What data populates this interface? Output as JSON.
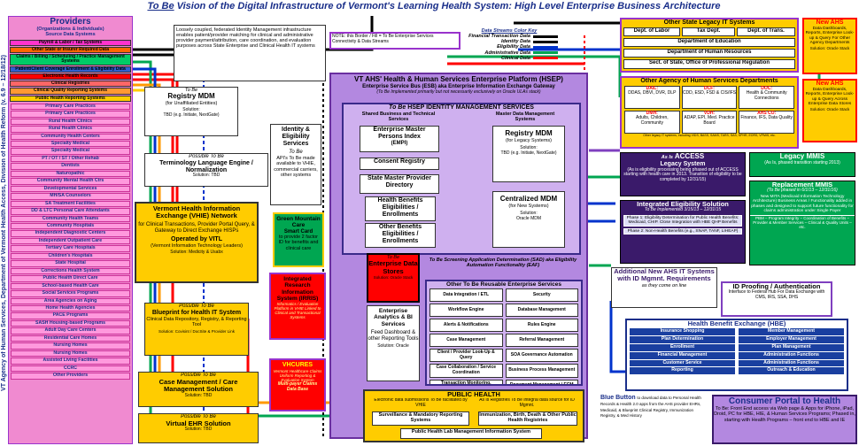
{
  "title_prefix": "To Be",
  "title": "Vision of the Digital Infrastructure of Vermont's Learning Health System: High Level Enterprise Business Architecture",
  "sidebar": {
    "label": "VT Agency of Human Services, Department of Vermont Health Access, Division of Health Reform",
    "version": "(v. 6.9 – 12/18/12)"
  },
  "providers": {
    "title": "Providers",
    "subtitle": "(Organizations & Individuals)\nSource Data Systems",
    "top_items": [
      {
        "label": "Payroll & Labor / Tax Systems",
        "bg": "#ff33cc"
      },
      {
        "label": "Other State or Insurer Required Data",
        "bg": "#ff6600"
      },
      {
        "label": "Claims / Billing / Scheduling / Practice Management Systems",
        "bg": "#00cc66"
      },
      {
        "label": "Patient/Client Coverage Enrollment & Eligibility Data",
        "bg": "#2f5fd0"
      },
      {
        "label": "Electronic Health Records",
        "bg": "#ff0000"
      },
      {
        "label": "Clinical Registries",
        "bg": "#ff6666"
      },
      {
        "label": "Clinical Quality Reporting Systems",
        "bg": "#ff9933"
      },
      {
        "label": "Public Health Reporting Systems",
        "bg": "#ffcc00"
      }
    ],
    "list": [
      "Primary Care Practices",
      "Primary Care Practices",
      "Rural Health Clinics",
      "Rural Health Clinics",
      "Community Health Centers",
      "Specialty Medical",
      "Specialty Medical",
      "PT / OT / ST / Other Rehab",
      "Dentists",
      "Naturopathic",
      "Community Mental Health Ctrs",
      "Developmental Services",
      "MH/SA Counselors",
      "SA Treatment Facilities",
      "DD & LTC Personal Care Attendants",
      "Community Health Teams",
      "Community Hospitals",
      "Independent Diagnostic Centers",
      "Independent Outpatient Care",
      "Tertiary Care Hospitals",
      "Children's Hospitals",
      "State Hospital",
      "Corrections Health System",
      "Public Health Direct Care",
      "School-based Health Care",
      "Social Services Programs",
      "Area Agencies on Aging",
      "Home Health Agencies",
      "PACE Programs",
      "SASH Housing-based Programs",
      "Adult Day Care Centers",
      "Residential Care Homes",
      "Nursing Homes",
      "Nursing Homes",
      "Assisted Living Facilities",
      "CCRC",
      "Other Providers"
    ]
  },
  "loosely": "Loosely coupled, federated Identity Management infrastructure enables patient/provider matching for clinical and administrative provider payment/attribution, care coordination, and evaluation purposes across State Enterprise and Clinical Health IT systems",
  "note": "NOTE: this Border / Fill = To Be Enterprise Services Connectivity & Data Streams",
  "legend": {
    "header": "Data Streams Color Key",
    "items": [
      {
        "label": "Financial Transaction Data",
        "color": "#000000"
      },
      {
        "label": "Identity Data",
        "color": "#000000"
      },
      {
        "label": "Eligibility Data",
        "color": "#0033cc"
      },
      {
        "label": "Administrative Data",
        "color": "#00a651"
      },
      {
        "label": "Clinical Data",
        "color": "#ff0000"
      }
    ]
  },
  "registry_left": {
    "tobe": "To Be",
    "title": "Registry MDM",
    "sub": "(for Unaffiliated Entities)",
    "solution": "Solution:\nTBD (e.g. Initiate, NextGate)"
  },
  "terminology": {
    "tobe": "Possible To Be",
    "title": "Terminology Language Engine / Normalization",
    "solution": "Solution: TBD"
  },
  "vhie": {
    "title": "Vermont Health Information Exchange (VHIE) Network",
    "desc": "for Clinical Transactions, Provider Portal Query, & Gateway to Direct Exchange HISPs",
    "op": "Operated by VITL",
    "op2": "(Vermont Information Technology Leaders)",
    "solution": "Solution: Medicity & Usabx"
  },
  "blueprint": {
    "tobe": "Possible To Be",
    "title": "Blueprint for Health IT System",
    "desc": "Clinical Data Repository, Registry, & Reporting Tool",
    "solution": "Solution: Covisint / DocSite & Provider Link"
  },
  "casemgmt": {
    "tobe": "Possible To Be",
    "title": "Case Management / Care Management Solution",
    "solution": "Solution: TBD"
  },
  "vehr": {
    "tobe": "Possible To Be",
    "title": "Virtual EHR Solution",
    "solution": "Solution: TBD"
  },
  "identity": {
    "title": "Identity & Eligibility Services",
    "tobe": "To Be",
    "desc": "API's To Be made available to VHIE, commercial carriers, other systems"
  },
  "gmc": {
    "title": "Green Mountain Care",
    "sub": "Smart Card",
    "desc": "to provide 2 factor ID for benefits and clinical care"
  },
  "irris": {
    "title": "Integrated Research Information System (IRRIS)",
    "desc": "Informatics / Evaluation Platform in VHIE Linked to Clinical and Transactional Systems"
  },
  "vhcures": {
    "title": "VHCURES",
    "desc": "Vermont Healthcare Claims Uniform Reporting & Evaluation System",
    "sub": "Multi-payer Claims Data Base"
  },
  "hsep": {
    "title": "VT AHS' Health & Human Services Enterprise Platform (HSEP)",
    "esb": "Enterprise Service Bus (ESB) aka Enterprise Information Exchange Gateway",
    "implemented": "(To Be Implemented primarily but not necessarily exclusively on Oracle ULAs stack)",
    "idm_tobe": "To Be",
    "idm": "HSEP IDENTITY MANAGEMENT SERVICES",
    "shared": "Shared Business and Technical Services",
    "master": "Master Data Management Systems",
    "empi": {
      "title": "Enterprise Master Persons Index",
      "sub": "(EMPI)"
    },
    "consent": "Consent Registry",
    "smpd": "State Master Provider Directory",
    "hbee": "Health Benefits Eligibilities / Enrollments",
    "obee": "Other Benefits Eligibilities / Enrollments",
    "regmdm": {
      "title": "Registry MDM",
      "sub": "(for Legacy Systems)",
      "solution": "Solution:\nTBD (e.g. Initiate, NextGate)"
    },
    "centmdm": {
      "title": "Centralized MDM",
      "sub": "(for New Systems)",
      "solution": "Solution:\nOracle MDM"
    },
    "sad": "To Be Screening Application Determination (SAD) aka Eligibility Automation Functionality (EAF)",
    "eds": {
      "tobe": "To Be",
      "title": "Enterprise Data Stores",
      "sub": "Solution: Oracle Stack"
    },
    "eabi": {
      "title": "Enterprise Analytics & BI Services",
      "desc": "Feed Dashboard & other Reporting Tools",
      "solution": "Solution: Oracle"
    },
    "reusable_title": "Other To Be Reusable Enterprise Services",
    "reusable": [
      "Data Integration / ETL",
      "Security",
      "Workflow Engine",
      "Database Management",
      "Alerts & Notifications",
      "Rules Engine",
      "Case Management",
      "Referral Management",
      "Client / Provider Look-Up & Query",
      "SOA Governance Automation",
      "Case Collaboration / Service Coordination",
      "Business Process Management",
      "Transaction Monitoring, Logging, & Audit",
      "Document Management / ECM"
    ]
  },
  "publichealth": {
    "title": "PUBLIC HEALTH",
    "left_hdr": "Electronic data submissions To Be facilitated by VHIE",
    "right_hdr": "As Is Registries To Be integral data source for ID Mgmnt.",
    "surv": "Surveillance & Mandatory Reporting Systems",
    "immun": "Immunization, Birth, Death & Other Public Health Registries",
    "lab": "Public Health Lab Management Information System"
  },
  "legacy": {
    "title": "Other State Legacy IT Systems",
    "row1": [
      "Dept. of Labor",
      "Tax Dept.",
      "Dept. of Trans."
    ],
    "edu": "Department of Education",
    "hr": "Department of Human Resources",
    "sos": "Sect. of State, Office of Professional Regulation"
  },
  "ahs_departments": {
    "title": "Other Agency of Human Services Departments",
    "cells": [
      {
        "title": "DAIL:",
        "text": "DDAS, DBVI, DVR, DLP"
      },
      {
        "title": "DCF:",
        "text": "CDD, ESD, FSD & CIS/IFS"
      },
      {
        "title": "DOC:",
        "text": "Health & Community Connections"
      },
      {
        "title": "DMH:",
        "text": "Adults, Children, Community"
      },
      {
        "title": "VDH:",
        "text": "ADAP, EPI, Med. Practice Board"
      },
      {
        "title": "AHS CO:",
        "text": "Finance, IFS, Data Quality"
      }
    ],
    "footer": "Other legacy IT systems, including VIDS, BASS, SAMS, TARS, SAS, SPHR, EORS, VPMIS, etc."
  },
  "newahs1": {
    "title": "New AHS",
    "desc": "Data Dashboards, Reports, Enterprise Look-up & Query For Other Agency Departments",
    "solution": "Solution: Oracle Stack"
  },
  "newahs2": {
    "title": "New AHS",
    "desc": "Data Dashboards, Reports, Enterprise Look-up & Query Across Enterprise Data Stores",
    "solution": "Solution: Oracle Stack"
  },
  "access": {
    "tobe": "As Is",
    "title": "ACCESS",
    "sub": "Legacy System",
    "desc": "(As is eligibility processing being phased out of ACCESS starting with health care in 2013. Transition of eligibility to be completed by 12/31/15)"
  },
  "legacymmis": {
    "title": "Legacy MMIS",
    "desc": "(As Is, phased transition starting 2013)"
  },
  "replacementmmis": {
    "title": "Replacement MMIS",
    "sub": "(To Be phased in 6/1/13 – 12/31/16)",
    "desc": "New MITA (Medicaid Information Technology Architecture) Business Areas / Functionality added in phases and designed to support future functionality for claims administration under Single Payer",
    "pbm": "PBM – Program Integrity – Coordination of Benefits – Provider & Member Services – Clinical & Quality Units – etc."
  },
  "ies": {
    "title": "Integrated Eligibility Solution",
    "sub": "To Be Implemented 3/15/13 – 12/31/15",
    "phase1": "Phase 1: Eligibility Determination for Public Health Benefits: Medicaid, CHIP. Close Integration with HBE QHP Benefits",
    "phase2": "Phase 2: Non-Health Benefits (e.g., SNAP, TANF, LIHEAP)"
  },
  "additional": {
    "title": "Additional New AHS IT Systems with ID Mgmnt. Requirements",
    "sub": "as they come on line"
  },
  "idproof": {
    "title": "ID Proofing / Authentication",
    "desc": "Interface to Federal Hub For Data Exchange with CMS, IRS, SSA, DHS"
  },
  "hbe": {
    "title": "Health Benefit Exchange (HBE)",
    "left": [
      "Insurance Shopping",
      "Plan Determination",
      "Enrollment",
      "Financial Management",
      "Customer Service",
      "Reporting"
    ],
    "right": [
      "Member Management",
      "Employer Management",
      "Plan Management",
      "Administration Functions",
      "Administration Functions",
      "Outreach & Education"
    ]
  },
  "bluebutton": {
    "title": "Blue Button",
    "desc": "to download data to Personal Health Records & Health 2.0 apps from the AHS provider EHRs, Medicaid, & Blueprint Clinical Registry, Immunization Registry, & Med History"
  },
  "consumer": {
    "title": "Consumer Portal to Health",
    "desc": "To Be: Front End access via Web page & Apps for iPhone, iPad, Droid, PC for HBE, HIE, & Human Services Programs; Phased in, starting with Health Programs – front end to HBE and IE"
  }
}
